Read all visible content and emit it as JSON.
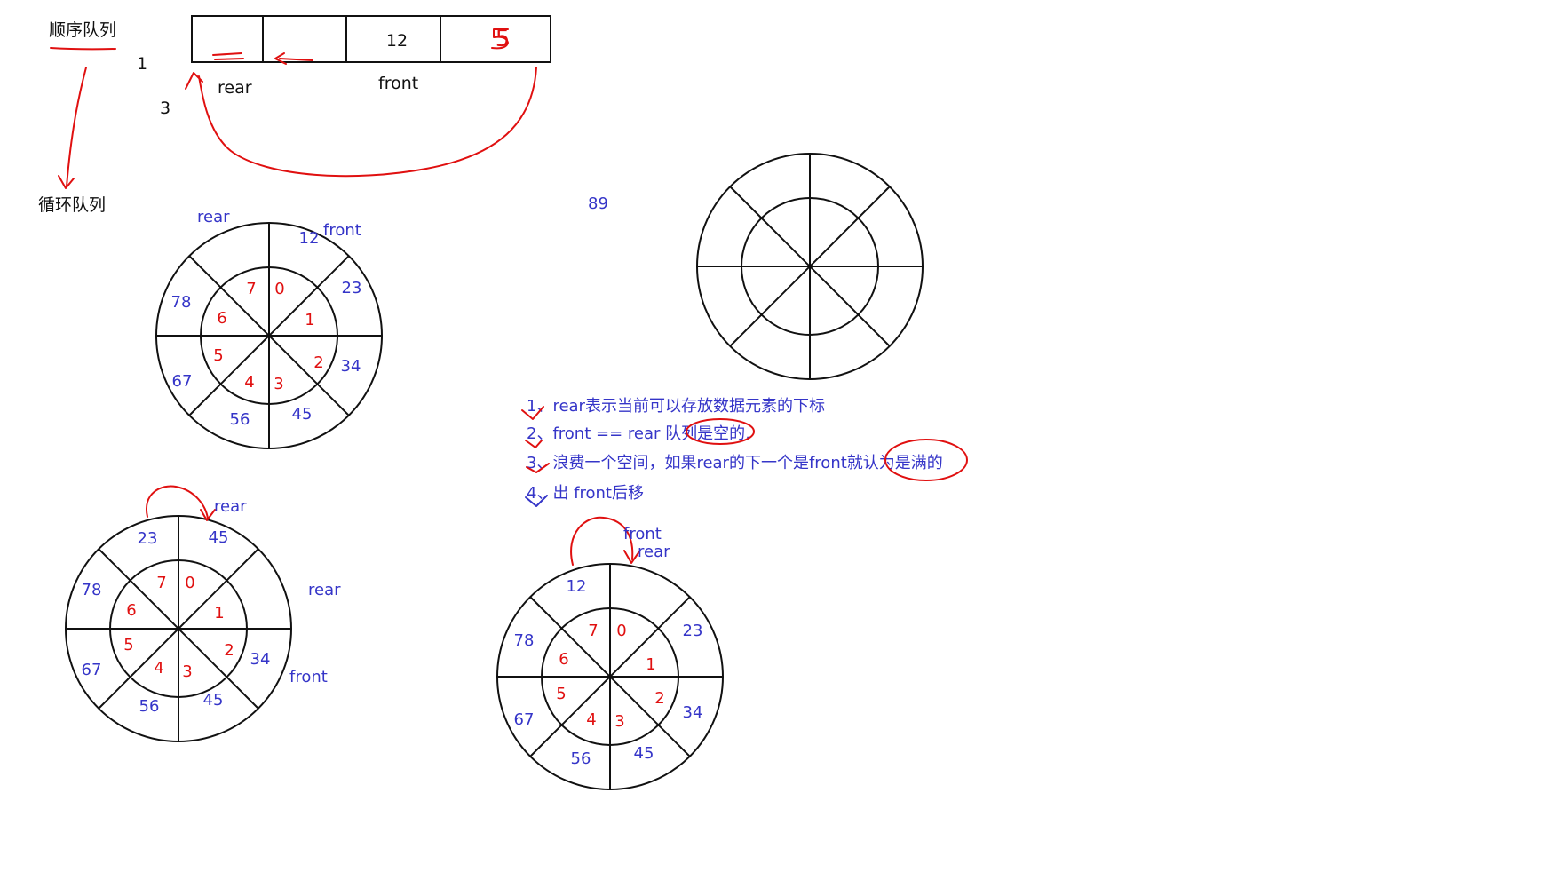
{
  "labels": {
    "sequential_queue": "顺序队列",
    "circular_queue": "循环队列",
    "num_1": "1",
    "num_3": "3",
    "num_89": "89"
  },
  "array": {
    "cells": [
      "",
      "",
      "12",
      "5"
    ],
    "rear_label": "rear",
    "front_label": "front"
  },
  "circles": {
    "top_left": {
      "rear_label": "rear",
      "front_label": "front",
      "outer": [
        "12",
        "23",
        "34",
        "45",
        "56",
        "67",
        "78",
        ""
      ],
      "inner": [
        "0",
        "1",
        "2",
        "3",
        "4",
        "5",
        "6",
        "7"
      ]
    },
    "bottom_left": {
      "rear_label_top": "rear",
      "rear_label_side": "rear",
      "front_label": "front",
      "outer": [
        "45",
        "",
        "34",
        "45",
        "56",
        "67",
        "78",
        "23"
      ],
      "inner": [
        "0",
        "1",
        "2",
        "3",
        "4",
        "5",
        "6",
        "7"
      ]
    },
    "bottom_middle": {
      "front_label": "front",
      "rear_label": "rear",
      "outer": [
        "",
        "23",
        "34",
        "45",
        "56",
        "67",
        "78",
        "12"
      ],
      "inner": [
        "0",
        "1",
        "2",
        "3",
        "4",
        "5",
        "6",
        "7"
      ]
    },
    "empty": {
      "outer": [
        "",
        "",
        "",
        "",
        "",
        "",
        "",
        ""
      ],
      "inner": [
        "",
        "",
        "",
        "",
        "",
        "",
        "",
        ""
      ]
    }
  },
  "notes": [
    "1、rear表示当前可以存放数据元素的下标",
    "2、front == rear 队列是空的,",
    "3、浪费一个空间，如果rear的下一个是front就认为是满的",
    "4、出  front后移"
  ],
  "colors": {
    "ink_red": "#e01010",
    "ink_blue": "#3535c8",
    "line_black": "#111111"
  }
}
